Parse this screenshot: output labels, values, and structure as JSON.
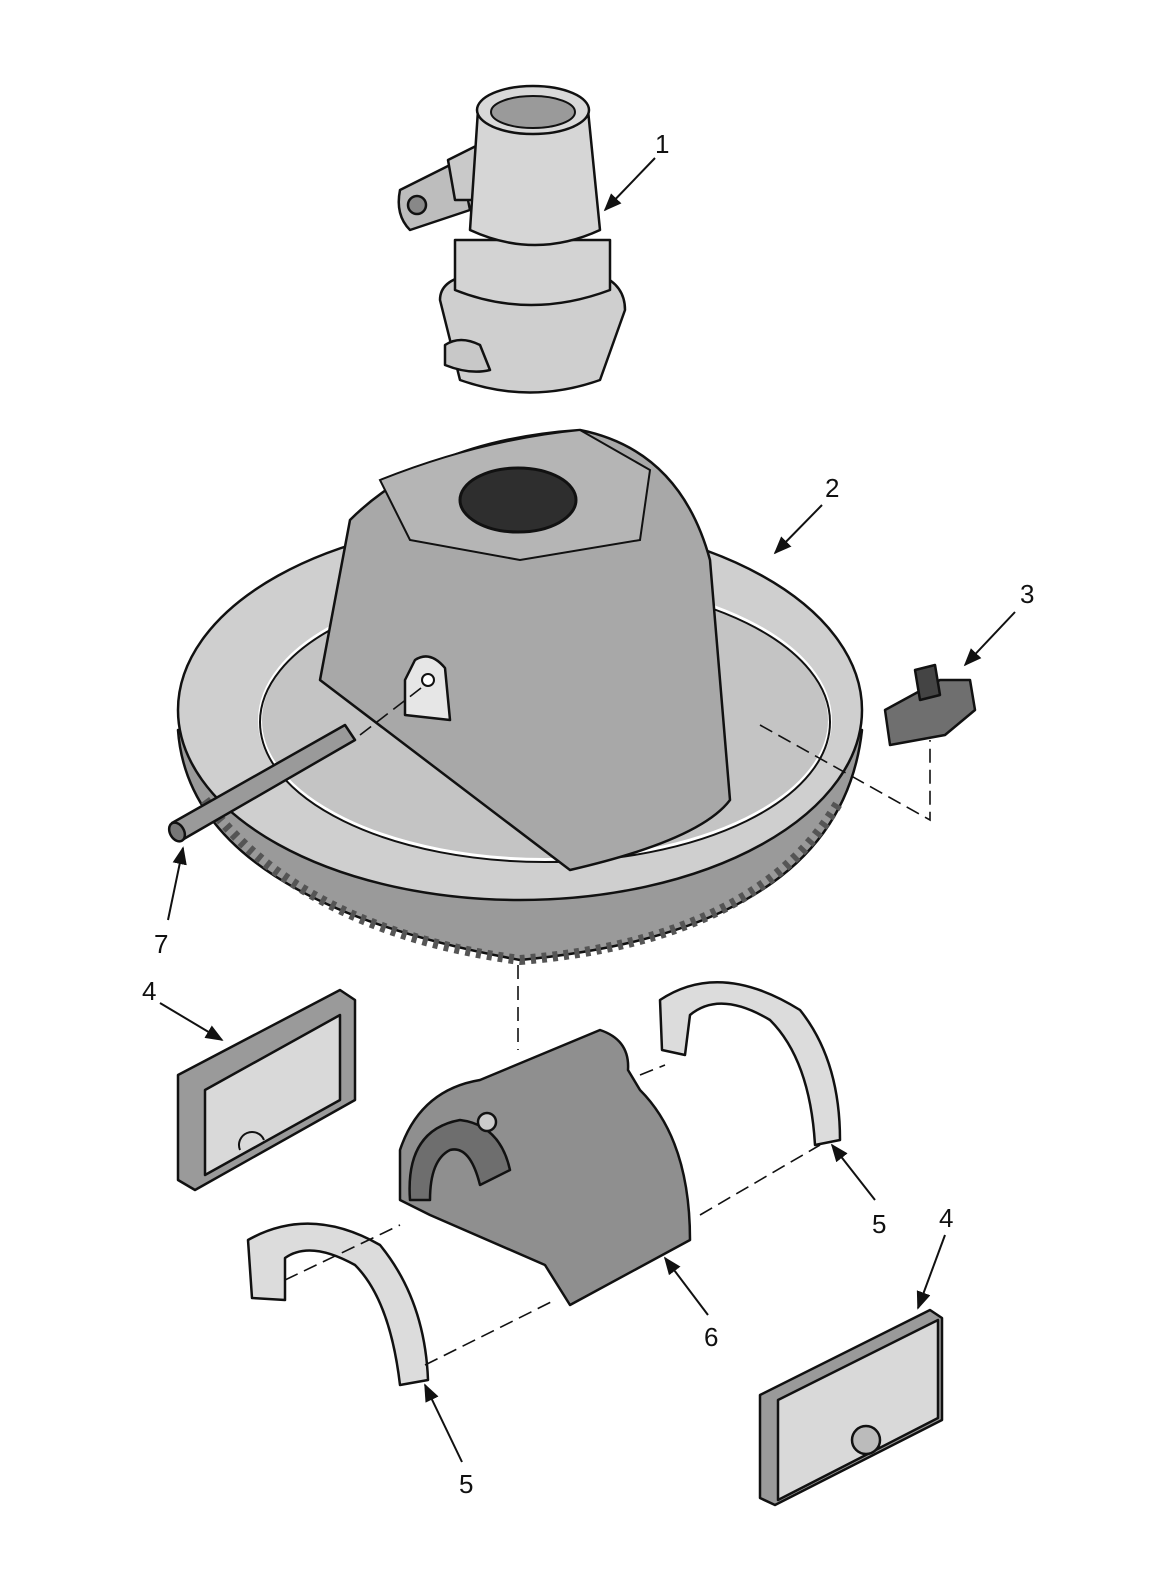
{
  "diagram": {
    "type": "exploded-parts-view",
    "colors": {
      "light": "#d9d9d9",
      "mid": "#bdbdbd",
      "dark": "#8a8a8a",
      "darker": "#555555",
      "outline": "#111111"
    },
    "callouts": [
      {
        "id": "part-1",
        "label": "1"
      },
      {
        "id": "part-2",
        "label": "2"
      },
      {
        "id": "part-3",
        "label": "3"
      },
      {
        "id": "part-4a",
        "label": "4"
      },
      {
        "id": "part-4b",
        "label": "4"
      },
      {
        "id": "part-5a",
        "label": "5"
      },
      {
        "id": "part-5b",
        "label": "5"
      },
      {
        "id": "part-6",
        "label": "6"
      },
      {
        "id": "part-7",
        "label": "7"
      }
    ]
  }
}
